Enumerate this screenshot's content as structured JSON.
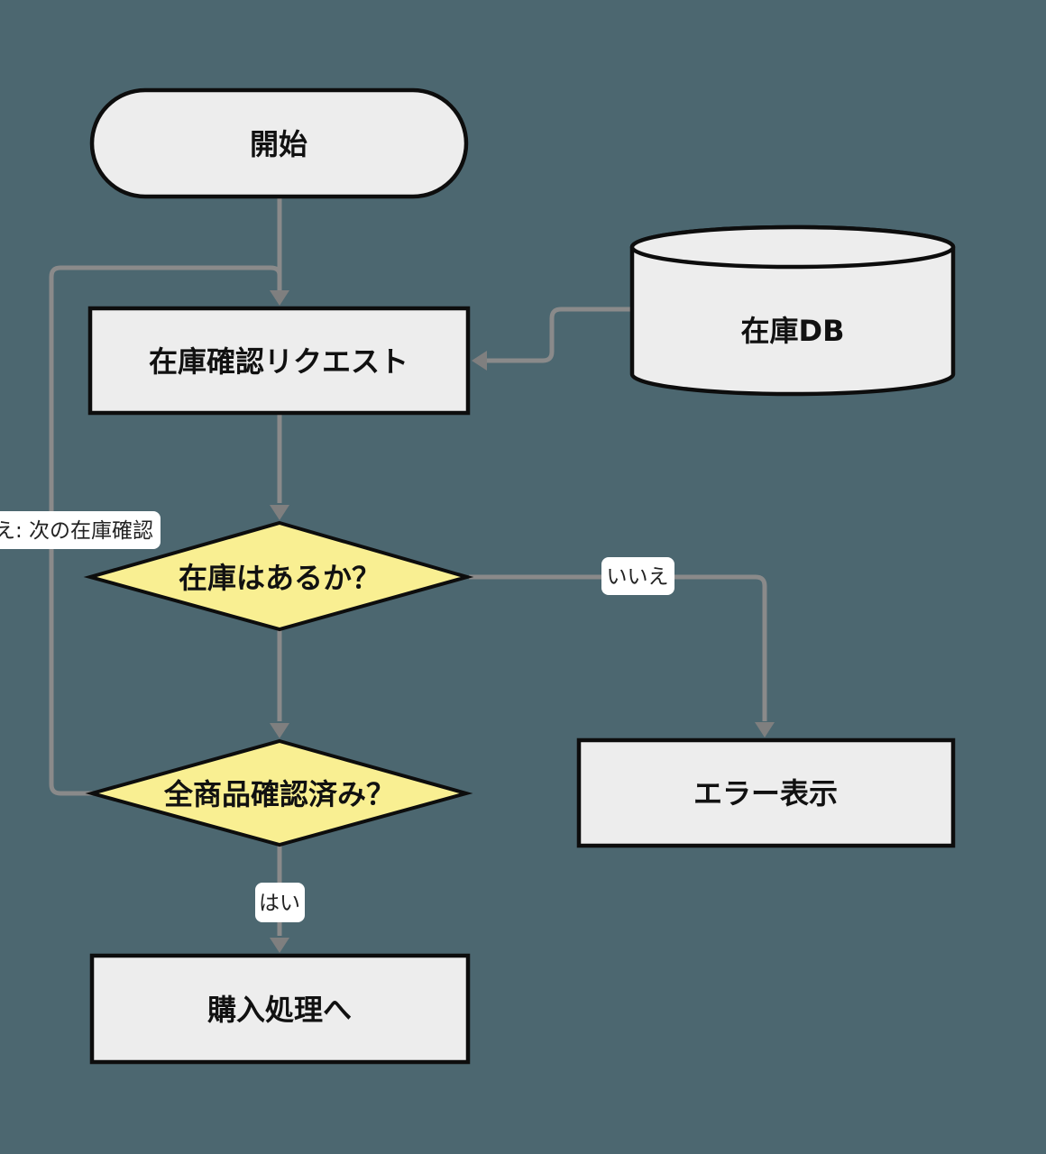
{
  "diagram": {
    "type": "flowchart",
    "background_color": "#4c6770",
    "node_fill_color": "#ededed",
    "decision_fill_color": "#f9ef92",
    "node_border_color": "#0d0d0d",
    "edge_color": "#8a8a8a",
    "edge_label_background": "#ffffff",
    "nodes": {
      "start": {
        "label": "開始",
        "shape": "stadium"
      },
      "stock_db": {
        "label": "在庫DB",
        "shape": "database-cylinder"
      },
      "stock_check_request": {
        "label": "在庫確認リクエスト",
        "shape": "process-rectangle"
      },
      "stock_available": {
        "label": "在庫はあるか？",
        "shape": "decision-diamond"
      },
      "all_items_checked": {
        "label": "全商品確認済み？",
        "shape": "decision-diamond"
      },
      "error_display": {
        "label": "エラー表示",
        "shape": "process-rectangle"
      },
      "purchase_process": {
        "label": "購入処理へ",
        "shape": "process-rectangle"
      }
    },
    "edge_labels": {
      "no": "いいえ",
      "yes": "はい",
      "loop_back": "え: 次の在庫確認"
    },
    "edges": [
      {
        "from": "start",
        "to": "stock_check_request",
        "label": ""
      },
      {
        "from": "stock_db",
        "to": "stock_check_request",
        "label": ""
      },
      {
        "from": "stock_check_request",
        "to": "stock_available",
        "label": ""
      },
      {
        "from": "stock_available",
        "to": "error_display",
        "label": "いいえ"
      },
      {
        "from": "stock_available",
        "to": "all_items_checked",
        "label": ""
      },
      {
        "from": "all_items_checked",
        "to": "stock_check_request",
        "label": "え: 次の在庫確認"
      },
      {
        "from": "all_items_checked",
        "to": "purchase_process",
        "label": "はい"
      }
    ]
  }
}
